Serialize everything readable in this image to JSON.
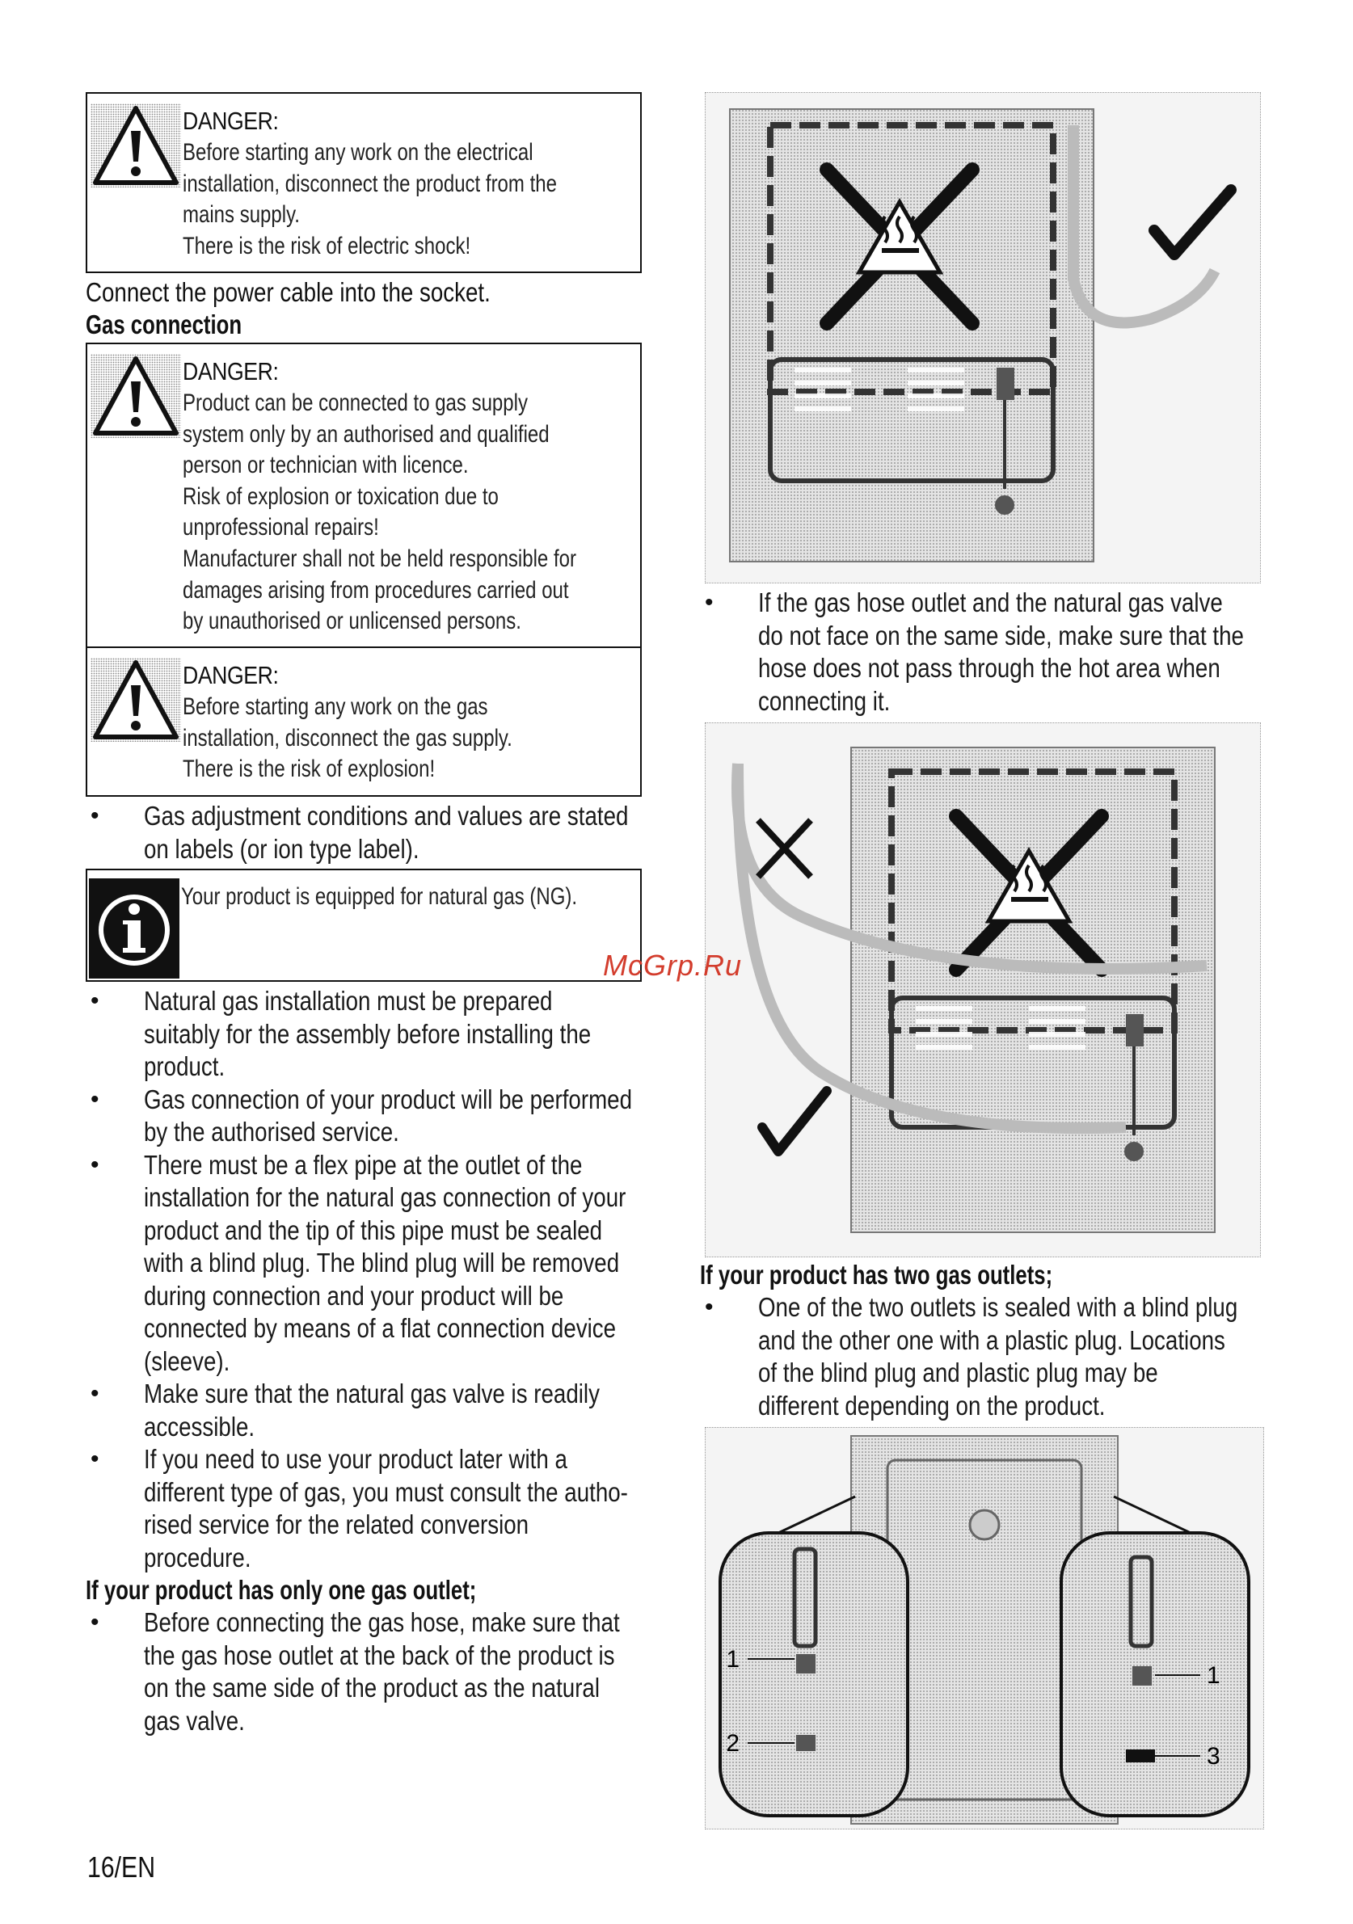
{
  "left": {
    "danger1": {
      "title": "DANGER:",
      "lines": [
        "Before starting any work on the electrical",
        "installation, disconnect the product from the",
        "mains supply.",
        "There is the risk of electric shock!"
      ]
    },
    "connect_power": "Connect the power cable into the socket.",
    "gas_heading": "Gas connection",
    "danger2": {
      "title": "DANGER:",
      "lines": [
        "Product can be connected to gas supply",
        "system only by an authorised and qualified",
        "person or technician with licence.",
        "Risk of explosion or toxication due to",
        "unprofessional repairs!",
        "Manufacturer shall not be held responsible for",
        "damages arising from procedures carried out",
        "by unauthorised or unlicensed persons."
      ]
    },
    "danger3": {
      "title": "DANGER:",
      "lines": [
        "Before starting any work on the gas",
        "installation, disconnect the gas supply.",
        "There is the risk of explosion!"
      ]
    },
    "bullet_adjust": [
      "Gas adjustment conditions and values are stated",
      "on labels (or ion type label)."
    ],
    "info": "Your product is equipped for natural gas (NG).",
    "bullets": [
      [
        "Natural gas installation must be prepared",
        "suitably for the assembly before installing the",
        "product."
      ],
      [
        "Gas connection of your product will be performed",
        "by the authorised service."
      ],
      [
        "There must be a flex pipe at the outlet of the",
        "installation for the natural gas connection of your",
        "product and the tip of this pipe must be sealed",
        "with a blind plug. The blind plug will be removed",
        "during connection and your product will be",
        "connected by means of a flat connection device",
        "(sleeve)."
      ],
      [
        "Make sure that the natural gas valve is readily",
        "accessible."
      ],
      [
        "If you need to use your product later with a",
        "different type of gas, you must consult the autho-",
        "rised service for the related conversion",
        "procedure."
      ]
    ],
    "one_outlet_heading": "If your product has only one gas outlet;",
    "one_outlet_bullet": [
      "Before connecting the gas hose, make sure that",
      "the gas hose outlet at the back of the product is",
      "on the same side of the product as the natural",
      "gas valve."
    ]
  },
  "right": {
    "bullet_side": [
      "If the gas hose outlet and the natural gas valve",
      "do not face on the same side, make sure that the",
      "hose does not pass through the hot area when",
      "connecting it."
    ],
    "two_outlets_heading": "If your product has two gas outlets;",
    "two_outlets_bullet": [
      "One of the two outlets is sealed with a blind plug",
      "and the other one with a plastic plug. Locations",
      "of the blind plug and plastic plug may be",
      "different depending on the product."
    ],
    "callouts": {
      "left_1": "1",
      "left_2": "2",
      "right_1": "1",
      "right_3": "3"
    }
  },
  "watermark": "McGrp.Ru",
  "footer": "16/EN",
  "bullet_symbol": "•"
}
